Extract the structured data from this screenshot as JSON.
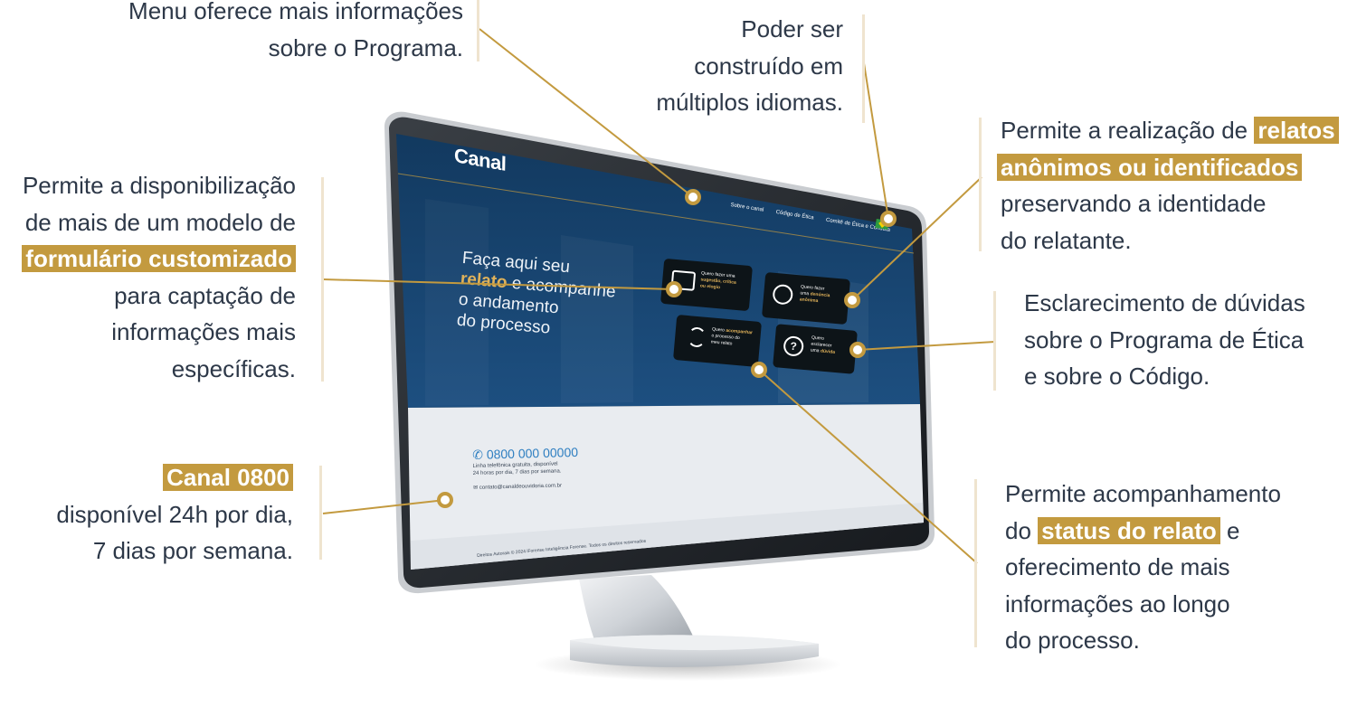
{
  "annotations": {
    "menu": {
      "lines": [
        "Menu oferece mais informações",
        "sobre o Programa."
      ]
    },
    "idiomas": {
      "lines": [
        "Poder ser",
        "construído em",
        "múltiplos idiomas."
      ]
    },
    "relatos": {
      "line1_pre": "Permite a realização de ",
      "line1_hl": "relatos",
      "line2_hl": "anônimos ou identificados",
      "lines_after": [
        "preservando a identidade",
        "do relatante."
      ]
    },
    "formulario": {
      "lines_before": [
        "Permite a disponibilização",
        "de mais de um modelo de"
      ],
      "hl": "formulário customizado",
      "lines_after": [
        "para captação de",
        "informações mais",
        "específicas."
      ]
    },
    "duvidas": {
      "lines": [
        "Esclarecimento de dúvidas",
        "sobre o Programa de Ética",
        "e sobre o Código."
      ]
    },
    "canal0800": {
      "hl": "Canal 0800",
      "lines_after": [
        "disponível 24h por dia,",
        "7 dias por semana."
      ]
    },
    "acompanhamento": {
      "line1": "Permite acompanhamento",
      "line2_pre": "do ",
      "line2_hl": "status do relato",
      "line2_post": " e",
      "lines_after": [
        "oferecimento de mais",
        "informações ao longo",
        "do processo."
      ]
    }
  },
  "screen": {
    "logo": "Canal",
    "nav": [
      "Sobre o canal",
      "Código de Ética",
      "Comitê de Ética e Conduta"
    ],
    "hero": {
      "line1": "Faça aqui seu",
      "hl": "relato",
      "line2_rest": " e acompanhe",
      "line3": "o andamento",
      "line4": "do processo"
    },
    "cards": [
      {
        "pre": "Quero fazer uma",
        "hl": "sugestão, crítica",
        "hl2": "ou elogio",
        "icon": "chat-check-icon"
      },
      {
        "pre": "Quero fazer",
        "pre2": "uma",
        "hl": "denúncia",
        "hl2": "anônima",
        "icon": "check-circle-icon"
      },
      {
        "pre": "Quero",
        "hl": "acompanhar",
        "post": "o processo do",
        "post2": "meu relato",
        "icon": "refresh-icon"
      },
      {
        "pre": "Quero",
        "pre2": "esclarecer",
        "pre3": "uma",
        "hl": "dúvida",
        "icon": "question-icon"
      }
    ],
    "phone": "0800 000 00000",
    "phone_desc": [
      "Linha telefônica gratuita, disponível",
      "24 horas por dia, 7 dias por semana."
    ],
    "email": "contato@canaldeouvidoria.com.br",
    "footer": "Direitos Autorais © 2024 iForense Inteligência Forense. Todos os direitos reservados"
  },
  "colors": {
    "accent": "#c39a3f",
    "text": "#2d3848",
    "screen_blue": "#163f6b",
    "phone_blue": "#2f7fc1"
  }
}
